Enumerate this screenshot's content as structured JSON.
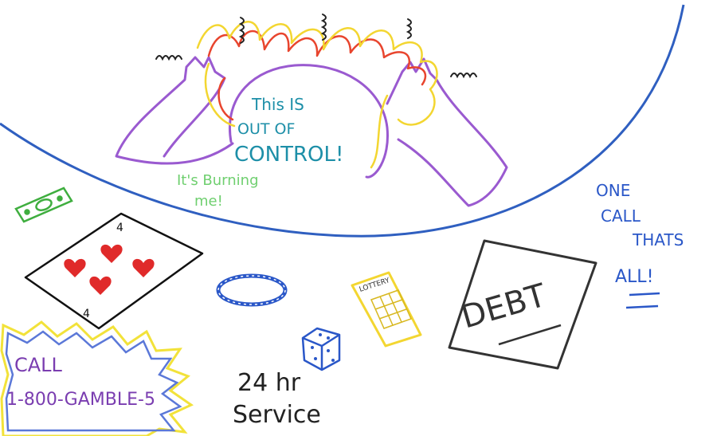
{
  "speech": {
    "line1": "This IS",
    "line2": "OUT OF",
    "line3": "CONTROL!"
  },
  "burning": {
    "line1": "It's Burning",
    "line2": "me!"
  },
  "one_call": {
    "line1": "ONE",
    "line2": "CALL",
    "line3": "THATS",
    "line4": "ALL!"
  },
  "debt": {
    "label": "DEBT"
  },
  "lottery": {
    "label": "LOTTERY"
  },
  "card": {
    "rank_top": "4",
    "rank_bottom": "4"
  },
  "call_badge": {
    "line1": "CALL",
    "line2": "1-800-GAMBLE-5"
  },
  "service": {
    "line1": "24 hr",
    "line2": "Service"
  },
  "colors": {
    "table_edge": "#2f5fc0",
    "figure": "#9a5ad0",
    "flame_red": "#e8452e",
    "flame_yellow": "#f3d631",
    "speech_text": "#1d8fa8",
    "burning_text": "#6fcf6f",
    "heart": "#e02a2a",
    "debt_ink": "#333333",
    "call_text": "#7a3db0",
    "badge_yellow": "#f2e23a",
    "badge_blue": "#5b78d8",
    "blue_ink": "#2a57c8"
  }
}
